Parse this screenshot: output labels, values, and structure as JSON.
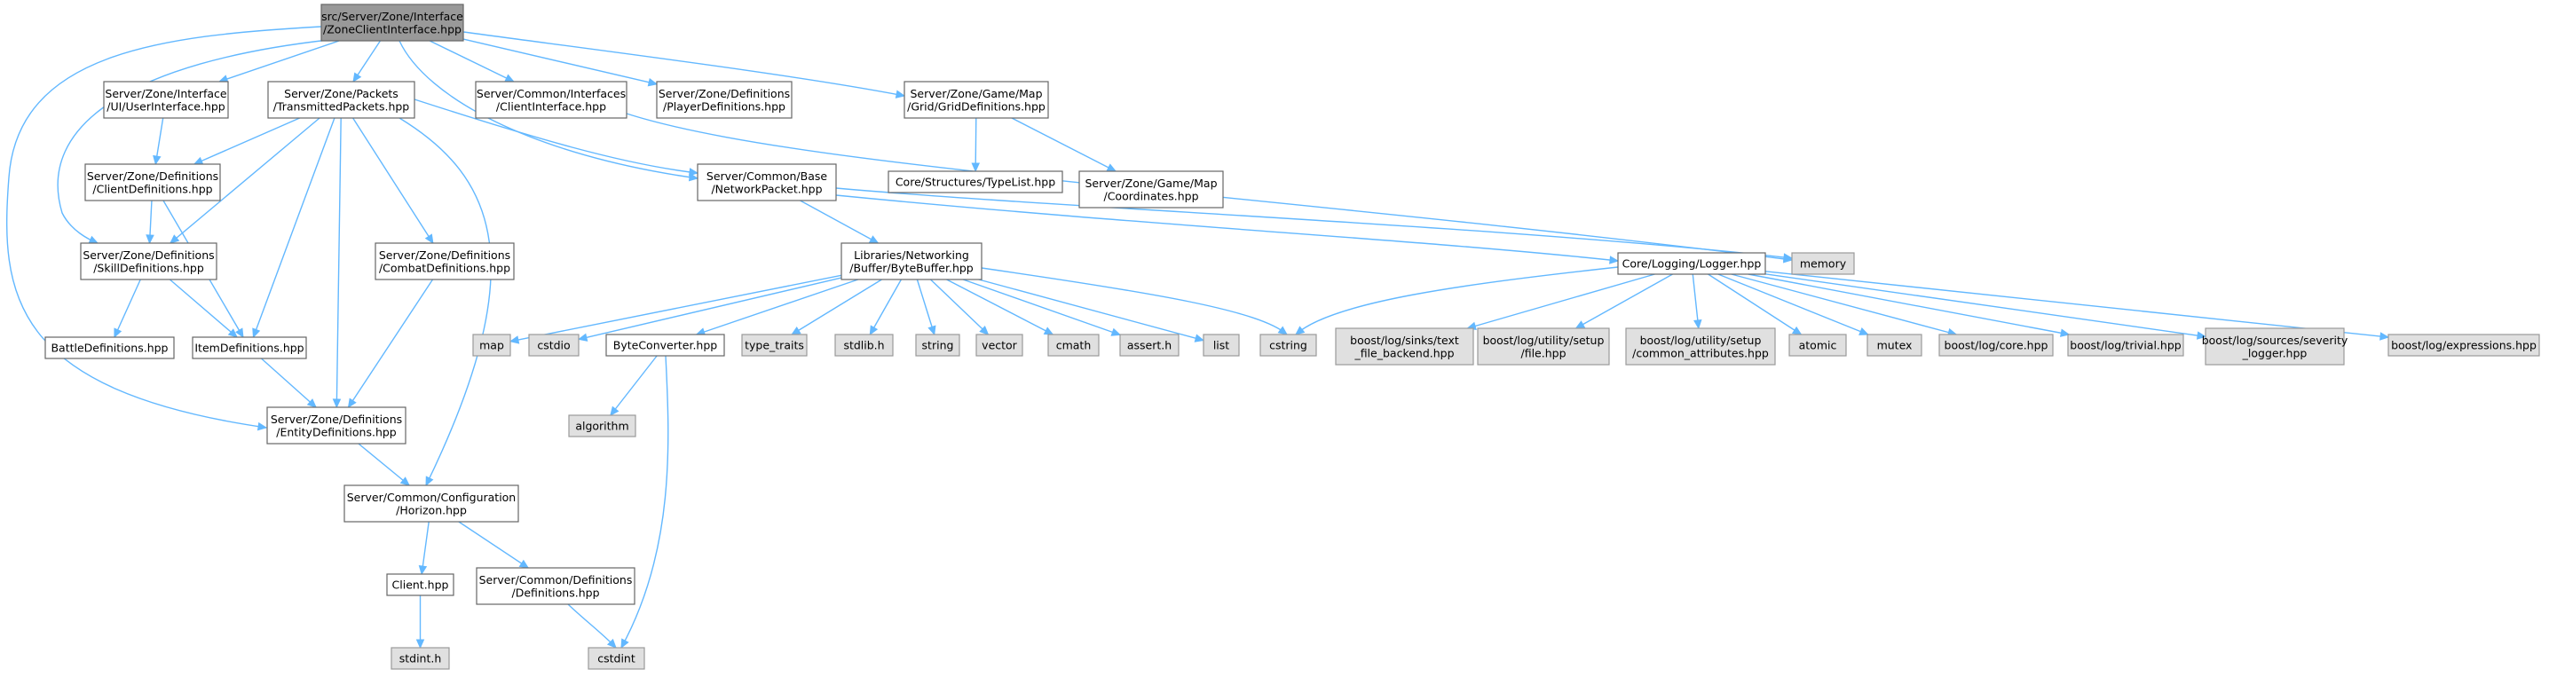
{
  "diagram": {
    "colors": {
      "edge": "#63b8ff",
      "node_border": "#666666",
      "system_fill": "#e0e0e0",
      "root_fill": "#999999"
    },
    "nodes": [
      {
        "id": "root",
        "kind": "root",
        "lines": [
          "src/Server/Zone/Interface",
          "/ZoneClientInterface.hpp"
        ]
      },
      {
        "id": "userinterface",
        "kind": "plain",
        "lines": [
          "Server/Zone/Interface",
          "/UI/UserInterface.hpp"
        ]
      },
      {
        "id": "transmitted",
        "kind": "plain",
        "lines": [
          "Server/Zone/Packets",
          "/TransmittedPackets.hpp"
        ]
      },
      {
        "id": "clientinterface",
        "kind": "plain",
        "lines": [
          "Server/Common/Interfaces",
          "/ClientInterface.hpp"
        ]
      },
      {
        "id": "playerdefs",
        "kind": "plain",
        "lines": [
          "Server/Zone/Definitions",
          "/PlayerDefinitions.hpp"
        ]
      },
      {
        "id": "griddefs",
        "kind": "plain",
        "lines": [
          "Server/Zone/Game/Map",
          "/Grid/GridDefinitions.hpp"
        ]
      },
      {
        "id": "typelist",
        "kind": "plain",
        "lines": [
          "Core/Structures/TypeList.hpp"
        ]
      },
      {
        "id": "coordinates",
        "kind": "plain",
        "lines": [
          "Server/Zone/Game/Map",
          "/Coordinates.hpp"
        ]
      },
      {
        "id": "clientdefs",
        "kind": "plain",
        "lines": [
          "Server/Zone/Definitions",
          "/ClientDefinitions.hpp"
        ]
      },
      {
        "id": "networkpacket",
        "kind": "plain",
        "lines": [
          "Server/Common/Base",
          "/NetworkPacket.hpp"
        ]
      },
      {
        "id": "skilldefs",
        "kind": "plain",
        "lines": [
          "Server/Zone/Definitions",
          "/SkillDefinitions.hpp"
        ]
      },
      {
        "id": "combatdefs",
        "kind": "plain",
        "lines": [
          "Server/Zone/Definitions",
          "/CombatDefinitions.hpp"
        ]
      },
      {
        "id": "bytebuffer",
        "kind": "plain",
        "lines": [
          "Libraries/Networking",
          "/Buffer/ByteBuffer.hpp"
        ]
      },
      {
        "id": "logger",
        "kind": "plain",
        "lines": [
          "Core/Logging/Logger.hpp"
        ]
      },
      {
        "id": "memory",
        "kind": "sys",
        "lines": [
          "memory"
        ]
      },
      {
        "id": "battledefs",
        "kind": "plain",
        "lines": [
          "BattleDefinitions.hpp"
        ]
      },
      {
        "id": "itemdefs",
        "kind": "plain",
        "lines": [
          "ItemDefinitions.hpp"
        ]
      },
      {
        "id": "map",
        "kind": "sys",
        "lines": [
          "map"
        ]
      },
      {
        "id": "cstdio",
        "kind": "sys",
        "lines": [
          "cstdio"
        ]
      },
      {
        "id": "byteconverter",
        "kind": "plain",
        "lines": [
          "ByteConverter.hpp"
        ]
      },
      {
        "id": "type_traits",
        "kind": "sys",
        "lines": [
          "type_traits"
        ]
      },
      {
        "id": "stdlib",
        "kind": "sys",
        "lines": [
          "stdlib.h"
        ]
      },
      {
        "id": "string",
        "kind": "sys",
        "lines": [
          "string"
        ]
      },
      {
        "id": "vector",
        "kind": "sys",
        "lines": [
          "vector"
        ]
      },
      {
        "id": "cmath",
        "kind": "sys",
        "lines": [
          "cmath"
        ]
      },
      {
        "id": "assert",
        "kind": "sys",
        "lines": [
          "assert.h"
        ]
      },
      {
        "id": "list",
        "kind": "sys",
        "lines": [
          "list"
        ]
      },
      {
        "id": "cstring",
        "kind": "sys",
        "lines": [
          "cstring"
        ]
      },
      {
        "id": "textfile",
        "kind": "sys",
        "lines": [
          "boost/log/sinks/text",
          "_file_backend.hpp"
        ]
      },
      {
        "id": "setupfile",
        "kind": "sys",
        "lines": [
          "boost/log/utility/setup",
          "/file.hpp"
        ]
      },
      {
        "id": "commonattr",
        "kind": "sys",
        "lines": [
          "boost/log/utility/setup",
          "/common_attributes.hpp"
        ]
      },
      {
        "id": "atomic",
        "kind": "sys",
        "lines": [
          "atomic"
        ]
      },
      {
        "id": "mutex",
        "kind": "sys",
        "lines": [
          "mutex"
        ]
      },
      {
        "id": "logcore",
        "kind": "sys",
        "lines": [
          "boost/log/core.hpp"
        ]
      },
      {
        "id": "logtrivial",
        "kind": "sys",
        "lines": [
          "boost/log/trivial.hpp"
        ]
      },
      {
        "id": "severity",
        "kind": "sys",
        "lines": [
          "boost/log/sources/severity",
          "_logger.hpp"
        ]
      },
      {
        "id": "expressions",
        "kind": "sys",
        "lines": [
          "boost/log/expressions.hpp"
        ]
      },
      {
        "id": "algorithm",
        "kind": "sys",
        "lines": [
          "algorithm"
        ]
      },
      {
        "id": "entitydefs",
        "kind": "plain",
        "lines": [
          "Server/Zone/Definitions",
          "/EntityDefinitions.hpp"
        ]
      },
      {
        "id": "horizon",
        "kind": "plain",
        "lines": [
          "Server/Common/Configuration",
          "/Horizon.hpp"
        ]
      },
      {
        "id": "clienthpp",
        "kind": "plain",
        "lines": [
          "Client.hpp"
        ]
      },
      {
        "id": "definitions",
        "kind": "plain",
        "lines": [
          "Server/Common/Definitions",
          "/Definitions.hpp"
        ]
      },
      {
        "id": "stdint",
        "kind": "sys",
        "lines": [
          "stdint.h"
        ]
      },
      {
        "id": "cstdint",
        "kind": "sys",
        "lines": [
          "cstdint"
        ]
      }
    ],
    "edges": [
      [
        "root",
        "userinterface"
      ],
      [
        "root",
        "transmitted"
      ],
      [
        "root",
        "clientinterface"
      ],
      [
        "root",
        "playerdefs"
      ],
      [
        "root",
        "griddefs"
      ],
      [
        "root",
        "networkpacket"
      ],
      [
        "root",
        "skilldefs"
      ],
      [
        "root",
        "entitydefs"
      ],
      [
        "userinterface",
        "clientdefs"
      ],
      [
        "transmitted",
        "clientdefs"
      ],
      [
        "transmitted",
        "networkpacket"
      ],
      [
        "transmitted",
        "skilldefs"
      ],
      [
        "transmitted",
        "itemdefs"
      ],
      [
        "transmitted",
        "entitydefs"
      ],
      [
        "transmitted",
        "combatdefs"
      ],
      [
        "transmitted",
        "horizon"
      ],
      [
        "clientinterface",
        "memory"
      ],
      [
        "griddefs",
        "typelist"
      ],
      [
        "griddefs",
        "coordinates"
      ],
      [
        "clientdefs",
        "skilldefs"
      ],
      [
        "clientdefs",
        "itemdefs"
      ],
      [
        "networkpacket",
        "bytebuffer"
      ],
      [
        "networkpacket",
        "logger"
      ],
      [
        "networkpacket",
        "memory"
      ],
      [
        "skilldefs",
        "battledefs"
      ],
      [
        "skilldefs",
        "itemdefs"
      ],
      [
        "itemdefs",
        "entitydefs"
      ],
      [
        "combatdefs",
        "entitydefs"
      ],
      [
        "entitydefs",
        "horizon"
      ],
      [
        "horizon",
        "clienthpp"
      ],
      [
        "horizon",
        "definitions"
      ],
      [
        "clienthpp",
        "stdint"
      ],
      [
        "definitions",
        "cstdint"
      ],
      [
        "bytebuffer",
        "map"
      ],
      [
        "bytebuffer",
        "cstdio"
      ],
      [
        "bytebuffer",
        "byteconverter"
      ],
      [
        "bytebuffer",
        "type_traits"
      ],
      [
        "bytebuffer",
        "stdlib"
      ],
      [
        "bytebuffer",
        "string"
      ],
      [
        "bytebuffer",
        "vector"
      ],
      [
        "bytebuffer",
        "cmath"
      ],
      [
        "bytebuffer",
        "assert"
      ],
      [
        "bytebuffer",
        "list"
      ],
      [
        "bytebuffer",
        "cstring"
      ],
      [
        "byteconverter",
        "algorithm"
      ],
      [
        "byteconverter",
        "cstdint"
      ],
      [
        "logger",
        "cstring"
      ],
      [
        "logger",
        "textfile"
      ],
      [
        "logger",
        "setupfile"
      ],
      [
        "logger",
        "commonattr"
      ],
      [
        "logger",
        "atomic"
      ],
      [
        "logger",
        "mutex"
      ],
      [
        "logger",
        "logcore"
      ],
      [
        "logger",
        "logtrivial"
      ],
      [
        "logger",
        "severity"
      ],
      [
        "logger",
        "expressions"
      ]
    ]
  }
}
